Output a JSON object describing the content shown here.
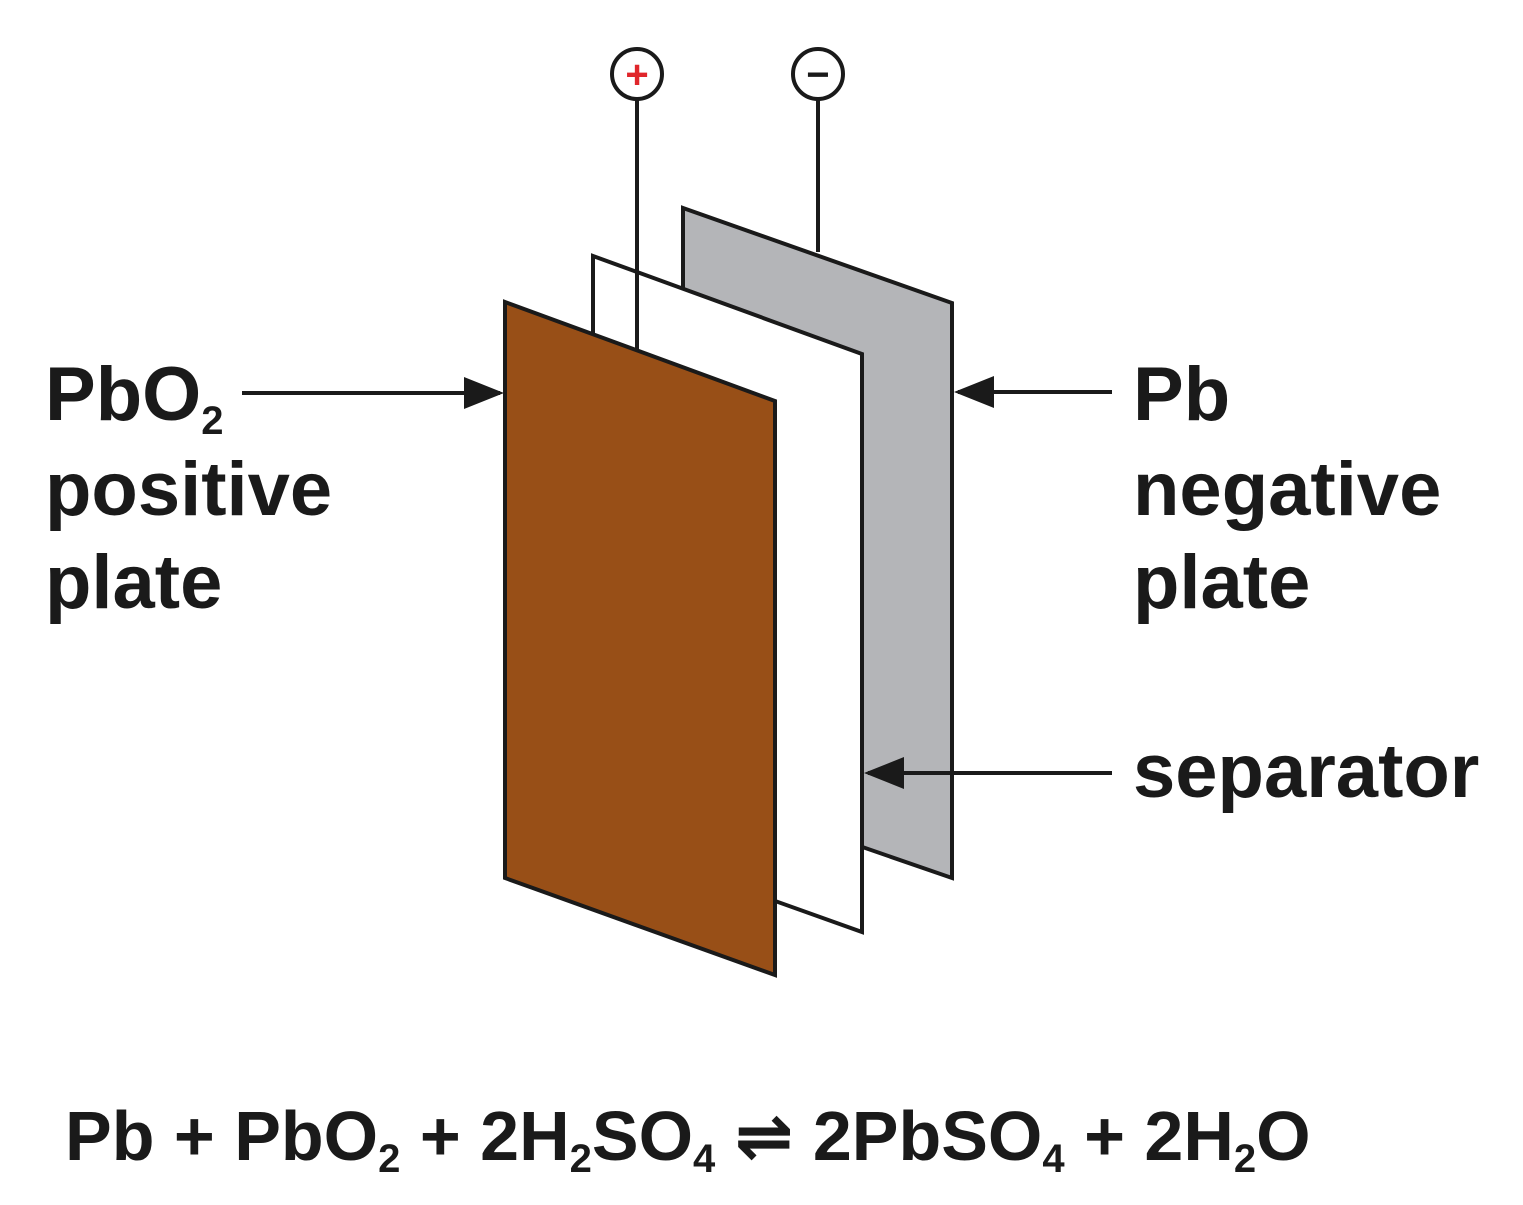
{
  "colors": {
    "positive_plate": "#984f17",
    "separator": "#ffffff",
    "negative_plate": "#b4b5b8",
    "outline": "#1a1a1a",
    "plus_sign": "#e0262b",
    "minus_sign": "#1a1a1a"
  },
  "terminals": {
    "positive_symbol": "+",
    "negative_symbol": "−"
  },
  "labels": {
    "positive": {
      "formula_main": "PbO",
      "formula_sub": "2",
      "line2": "positive",
      "line3": "plate"
    },
    "negative": {
      "line1": "Pb",
      "line2": "negative",
      "line3": "plate"
    },
    "separator": "separator"
  },
  "equation": {
    "t1": "Pb + PbO",
    "s1": "2",
    "t2": " + 2H",
    "s2": "2",
    "t3": "SO",
    "s3": "4",
    "arrow": " ⇌ ",
    "t4": "2PbSO",
    "s4": "4",
    "t5": " + 2H",
    "s5": "2",
    "t6": "O"
  }
}
